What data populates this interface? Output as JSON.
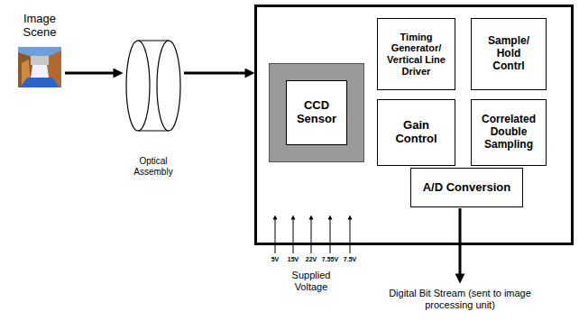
{
  "diagram": {
    "nodes": [
      {
        "text": [
          "Image Scene"
        ]
      },
      {
        "text": [
          "Optical Assembly"
        ]
      },
      {
        "text": []
      },
      {
        "text": [
          "CCD Sensor"
        ],
        "in": 2
      },
      {
        "text": [
          "Timing Generator/ Vertical Line Driver"
        ],
        "in": 2
      },
      {
        "text": [
          "Sample/ Hold Contrl"
        ],
        "in": 2
      },
      {
        "text": [
          "Gain Control"
        ],
        "in": 2
      },
      {
        "text": [
          "Correlated Double Sampling"
        ],
        "in": 2
      },
      {
        "text": [
          "A/D Conversion"
        ],
        "in": 2
      }
    ],
    "edges": [
      {
        "from": 0,
        "to": 1,
        "arrow": "to"
      },
      {
        "from": 1,
        "to": 2,
        "arrow": "to"
      }
    ],
    "labels": [
      "5V",
      "15V",
      "22V",
      "7.55V",
      "7.5V",
      "Supplied Voltage",
      "Digital Bit Stream (sent to image processing unit)"
    ]
  }
}
